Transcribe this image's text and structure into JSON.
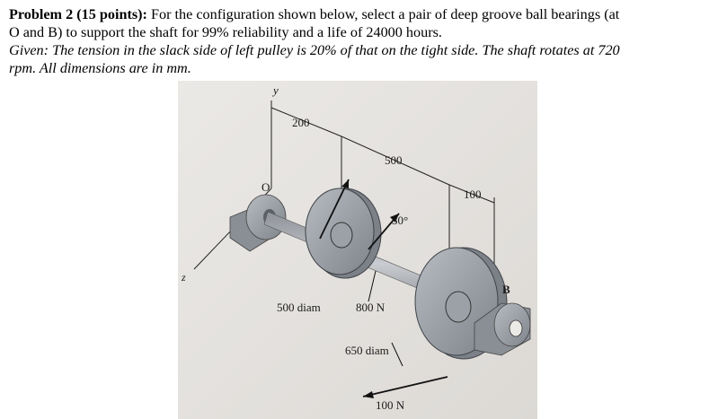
{
  "problem": {
    "heading": "Problem 2 (15 points):",
    "statement_1": " For the configuration shown below, select a pair of deep groove ball bearings (at",
    "statement_2": "O and B) to support the shaft for 99% reliability and a life of 24000 hours.",
    "given_1": "Given: The tension in the slack side of left pulley is 20% of that on the tight side. The shaft rotates at 720",
    "given_2": "rpm. All dimensions are in mm."
  },
  "figure": {
    "axis_y": "y",
    "axis_z": "z",
    "origin": "O",
    "bearing_b": "B",
    "dim_1": "200",
    "dim_2": "500",
    "dim_3": "100",
    "angle": "30°",
    "left_pulley_diam": "500 diam",
    "force_1": "800 N",
    "right_pulley_diam": "650 diam",
    "force_2": "100 N"
  }
}
